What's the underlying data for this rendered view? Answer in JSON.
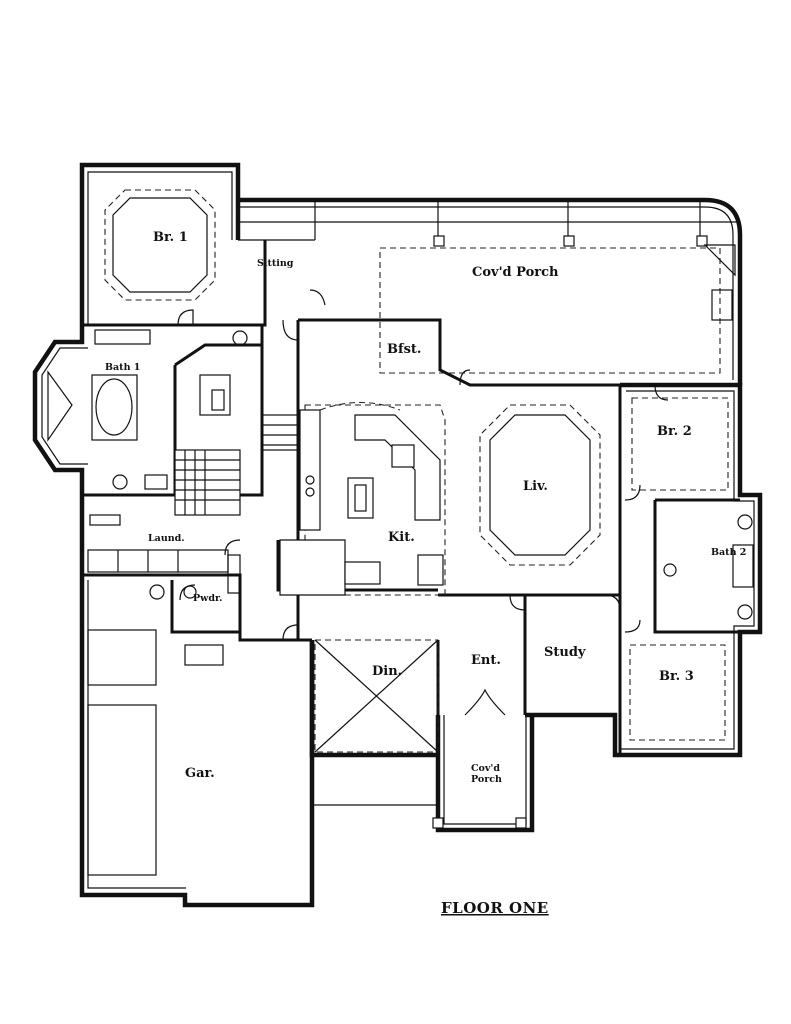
{
  "plan_title": "FLOOR ONE",
  "rooms": {
    "br1": "Br. 1",
    "sitting": "Sitting",
    "covd_porch_rear": "Cov'd Porch",
    "bath1": "Bath 1",
    "bfst": "Bfst.",
    "br2": "Br. 2",
    "liv": "Liv.",
    "kit": "Kit.",
    "laund": "Laund.",
    "bath2": "Bath 2",
    "pwdr": "Pwdr.",
    "study": "Study",
    "din": "Din.",
    "ent": "Ent.",
    "br3": "Br. 3",
    "gar": "Gar.",
    "covd_porch_front_line1": "Cov'd",
    "covd_porch_front_line2": "Porch"
  },
  "colors": {
    "ink": "#111111",
    "paper": "#ffffff"
  }
}
